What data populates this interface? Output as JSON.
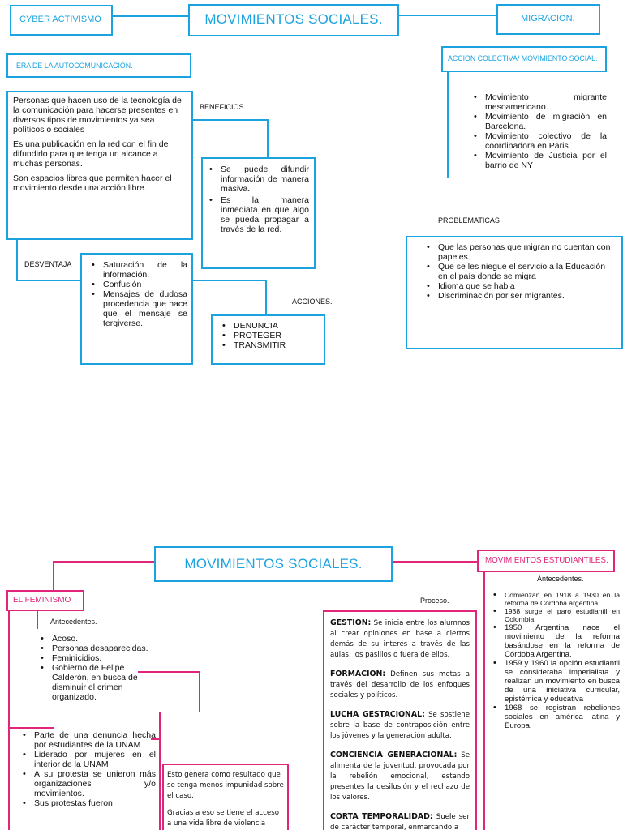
{
  "top": {
    "title": "MOVIMIENTOS SOCIALES.",
    "cyber": "CYBER ACTIVISMO",
    "migracion": "MIGRACION.",
    "era": "ERA DE LA AUTOCOMUNICACIÓN.",
    "accion": "ACCION COLECTIVA/ MOVIMIENTO SOCIAL.",
    "desc": [
      "Personas que hacen uso de la tecnología de la comunicación para hacerse presentes en diversos tipos de movimientos ya sea políticos o sociales",
      "Es una publicación en la red con el fin de difundirlo para que tenga un alcance a muchas personas.",
      "Son espacios libres que permiten hacer el movimiento desde una acción libre."
    ],
    "beneficios_label": "BENEFICIOS",
    "beneficios": [
      "Se puede difundir información de manera masiva.",
      "Es la manera inmediata en que algo se pueda propagar a través de la red."
    ],
    "desventaja_label": "DESVENTAJA",
    "desventajas": [
      "Saturación de la información.",
      "Confusión",
      "Mensajes de dudosa procedencia que hace que el mensaje se tergiverse."
    ],
    "acciones_label": "ACCIONES.",
    "acciones": [
      "DENUNCIA",
      "PROTEGER",
      "TRANSMITIR"
    ],
    "migrantes": [
      "Movimiento migrante mesoamericano.",
      "Movimiento de migración en Barcelona.",
      "Movimiento colectivo de la coordinadora en Paris",
      "Movimiento de Justicia por el barrio de NY"
    ],
    "problematicas_label": "PROBLEMATICAS",
    "problematicas": [
      "Que las personas que migran no cuentan con papeles.",
      "Que se les niegue el servicio a la Educación en el país donde se migra",
      "Idioma que se habla",
      "Discriminación por ser migrantes."
    ]
  },
  "bottom": {
    "title": "MOVIMIENTOS SOCIALES.",
    "feminismo": "EL FEMINISMO",
    "estudiantiles": "MOVIMIENTOS ESTUDIANTILES.",
    "antecedentes_label": "Antecedentes.",
    "antecedentes_fem": [
      "Acoso.",
      "Personas desaparecidas.",
      "Feminicidios.",
      "Gobierno de Felipe Calderón, en busca de disminuir el crimen organizado."
    ],
    "fem_list2": [
      "Parte de una denuncia hecha por estudiantes de la UNAM.",
      "Liderado por mujeres en el interior de la UNAM",
      "A su protesta se unieron más organizaciones y/o movimientos.",
      "Sus protestas fueron"
    ],
    "resultado": [
      "Esto genera como resultado que se tenga menos impunidad sobre el caso.",
      "Gracias a eso se tiene el acceso a una vida libre de violencia como"
    ],
    "proceso_label": "Proceso.",
    "proceso": [
      {
        "term": "GESTION:",
        "text": " Se inicia entre los alumnos al crear opiniones en base a ciertos demás de su interés a través de las aulas, los pasillos o fuera de ellos."
      },
      {
        "term": "FORMACION:",
        "text": " Definen sus metas a través del desarrollo de los enfoques sociales y políticos."
      },
      {
        "term": "LUCHA GESTACIONAL:",
        "text": " Se sostiene sobre la base de contraposición entre los jóvenes y la generación adulta."
      },
      {
        "term": "CONCIENCIA GENERACIONAL:",
        "text": " Se alimenta de la juventud, provocada por la rebelión emocional, estando presentes la desilusión y el rechazo de los valores."
      },
      {
        "term": "CORTA TEMPORALIDAD:",
        "text": " Suele ser de carácter temporal, enmarcando a"
      }
    ],
    "antecedentes_est_label": "Antecedentes.",
    "antecedentes_est": [
      "Comienzan en 1918 a 1930 en la reforma de Córdoba argentina",
      "1938 surge el paro estudiantil en Colombia.",
      "1950 Argentina nace el movimiento de la reforma basándose en la reforma de Córdoba Argentina.",
      "1959 y 1960 la opción estudiantil se consideraba imperialista y realizan un movimiento en busca de una iniciativa curricular, epistémica y educativa",
      "1968 se registran rebeliones sociales en américa latina y Europa."
    ]
  }
}
